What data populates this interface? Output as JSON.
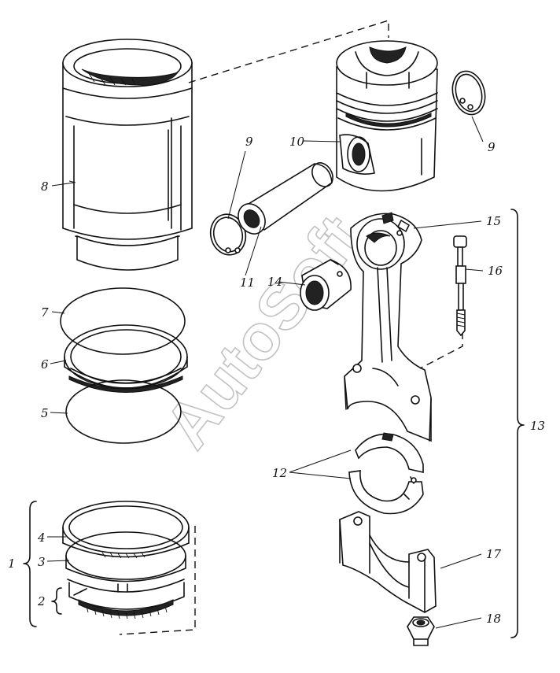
{
  "callouts": {
    "c1": "1",
    "c2": "2",
    "c3": "3",
    "c4": "4",
    "c5": "5",
    "c6": "6",
    "c7": "7",
    "c8": "8",
    "c9a": "9",
    "c9b": "9",
    "c10": "10",
    "c11": "11",
    "c12": "12",
    "c13": "13",
    "c14": "14",
    "c15": "15",
    "c16": "16",
    "c17": "17",
    "c18": "18"
  },
  "watermark": "AutoSoft"
}
